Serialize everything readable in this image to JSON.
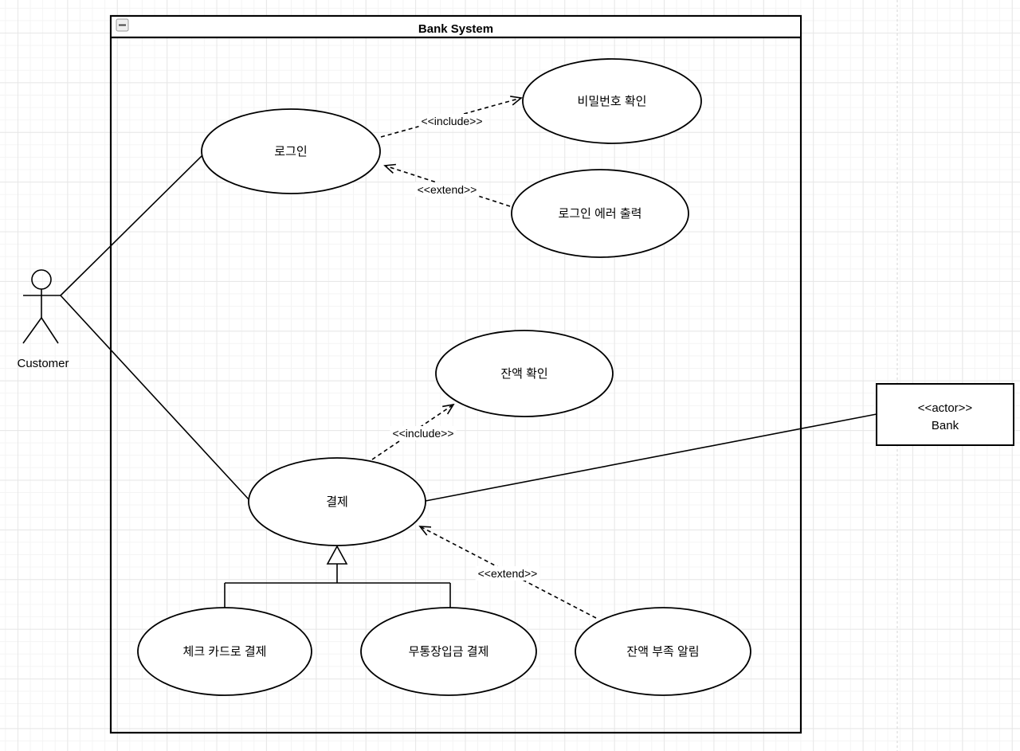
{
  "system": {
    "title": "Bank System",
    "collapse_glyph": "−"
  },
  "actors": {
    "customer": {
      "label": "Customer"
    },
    "bank": {
      "stereotype": "<<actor>>",
      "name": "Bank"
    }
  },
  "use_cases": {
    "login": {
      "label": "로그인"
    },
    "password_check": {
      "label": "비밀번호 확인"
    },
    "login_error": {
      "label": "로그인 에러 출력"
    },
    "balance_check": {
      "label": "잔액 확인"
    },
    "payment": {
      "label": "결제"
    },
    "check_card_payment": {
      "label": "체크 카드로 결제"
    },
    "bankbook_payment": {
      "label": "무통장입금 결제"
    },
    "insufficient_balance": {
      "label": "잔액 부족 알림"
    }
  },
  "edge_labels": {
    "include_login_password": "<<include>>",
    "extend_login_error": "<<extend>>",
    "include_payment_balance": "<<include>>",
    "extend_insufficient": "<<extend>>"
  },
  "colors": {
    "stroke": "#000000",
    "shape_fill": "#ffffff",
    "grid_minor": "#f4f4f4",
    "grid_major": "#e7e7e7",
    "page_divider": "#d6d6d6",
    "collapse_fill": "#eeeeee",
    "collapse_border": "#999999"
  }
}
